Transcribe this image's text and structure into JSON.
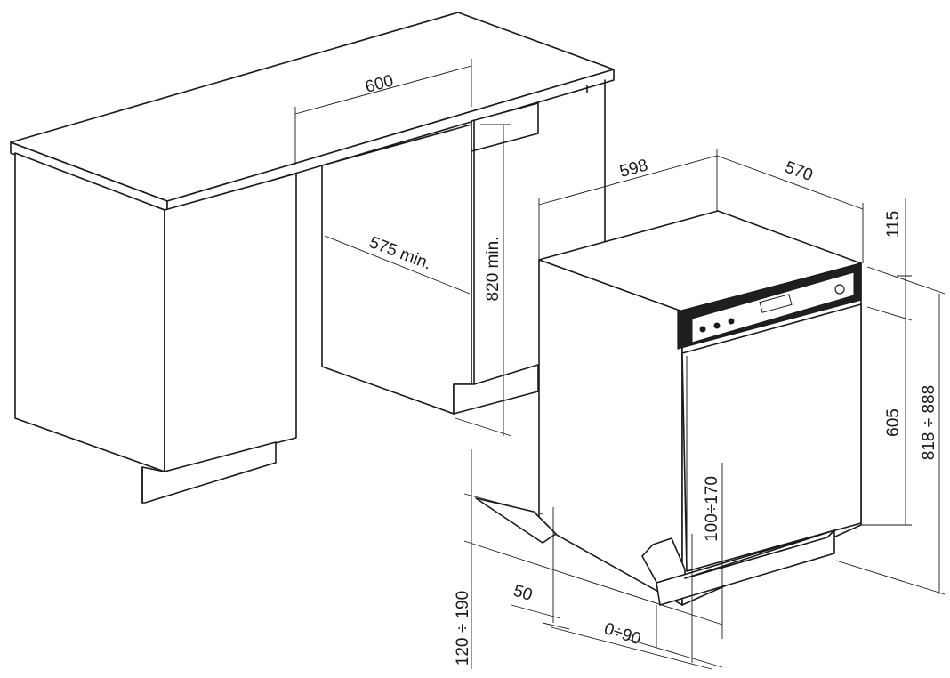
{
  "dimensions": {
    "cabinet_width": "600",
    "opening_depth": "575 min.",
    "opening_height": "820 min.",
    "appliance_width": "598",
    "appliance_depth": "570",
    "top_gap": "115",
    "door_height": "605",
    "total_height": "818 ÷ 888",
    "plinth_height": "100÷170",
    "kick_height": "120 ÷ 190",
    "kick_setback": "50",
    "kick_offset": "0÷90"
  },
  "colors": {
    "line": "#1a1a1a",
    "background": "#ffffff",
    "control_panel": "#1f1f1f"
  }
}
